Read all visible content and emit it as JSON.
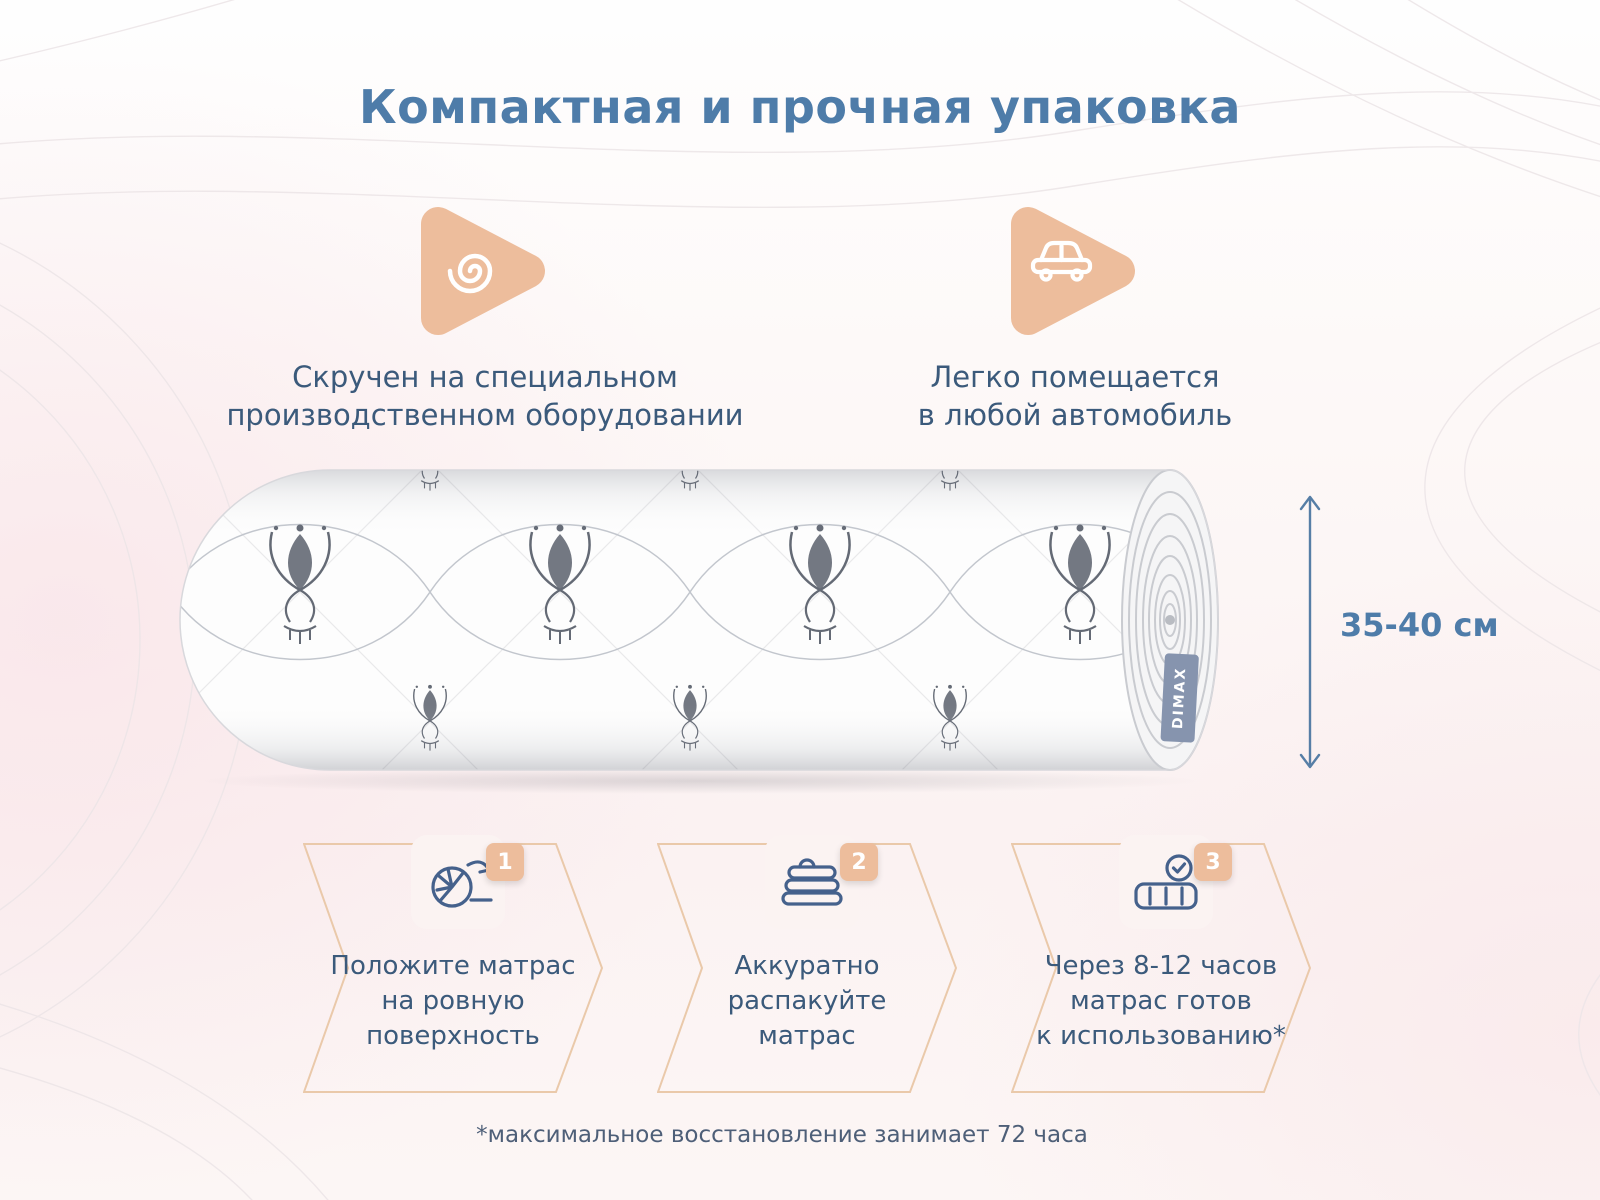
{
  "page": {
    "title": "Компактная и прочная упаковка",
    "footnote": "*максимальное восстановление занимает 72 часа"
  },
  "features": [
    {
      "icon": "spiral-icon",
      "lines": [
        "Скручен на специальном",
        "производственном оборудовании"
      ]
    },
    {
      "icon": "car-icon",
      "lines": [
        "Легко помещается",
        "в любой автомобиль"
      ]
    }
  ],
  "product": {
    "brand_label": "DIMAX",
    "measurement_label": "35-40 см"
  },
  "steps": [
    {
      "number": "1",
      "icon": "unroll-mattress-icon",
      "lines": [
        "Положите матрас",
        "на ровную",
        "поверхность"
      ]
    },
    {
      "number": "2",
      "icon": "unpack-mattress-icon",
      "lines": [
        "Аккуратно",
        "распакуйте",
        "матрас"
      ]
    },
    {
      "number": "3",
      "icon": "mattress-ready-icon",
      "lines": [
        "Через 8-12 часов",
        "матрас готов",
        "к использованию*"
      ]
    }
  ],
  "colors": {
    "accent-peach": "#edbd9c",
    "title-blue": "#4e7ca9",
    "text-blue": "#3b5a7b",
    "tag-blue": "#8694ae",
    "step-border": "#eac9aa",
    "icon-line-blue": "#45618c"
  }
}
